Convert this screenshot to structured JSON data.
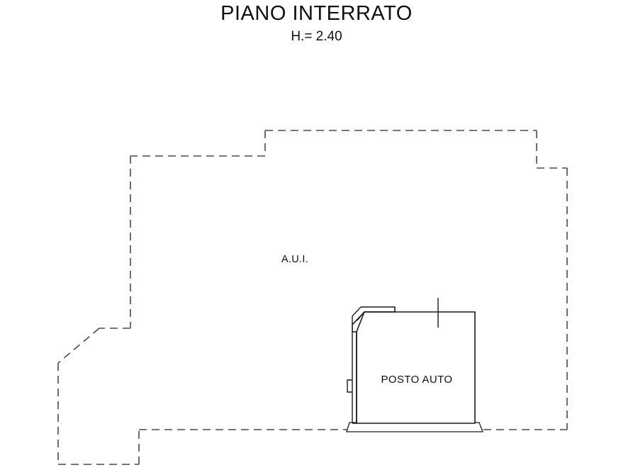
{
  "sheet": {
    "title": "PIANO INTERRATO",
    "subtitle": "H.= 2.40",
    "background_color": "#ffffff",
    "line_color": "#1a1a1a",
    "dashed_line_color": "#4a4a4a"
  },
  "labels": {
    "common_area": "A.U.I.",
    "parking_space": "POSTO AUTO"
  },
  "drawing": {
    "property_boundary": {
      "style": "dashed",
      "description": "dashed stepped perimeter of the basement floor outline"
    },
    "parking_structure": {
      "style": "solid",
      "description": "solid walled parking box with chamfered top-left corner, left wall niche, top opening tick and bottom base slab"
    }
  }
}
